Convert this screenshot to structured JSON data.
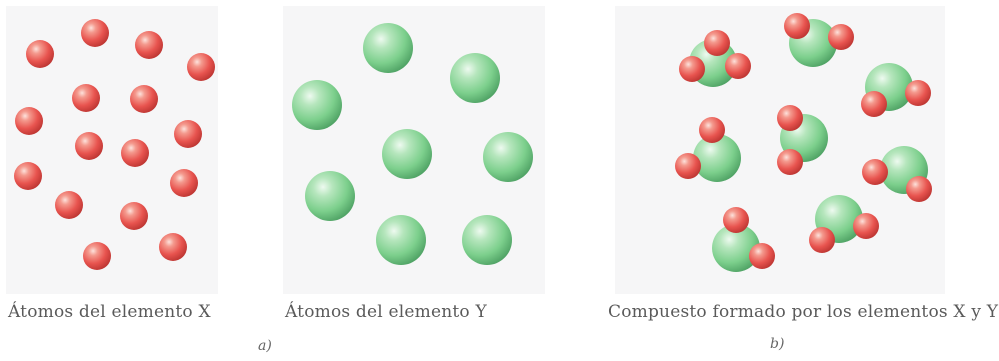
{
  "panels": {
    "element_x": {
      "caption": "Átomos del elemento X"
    },
    "element_y": {
      "caption": "Átomos del elemento Y"
    },
    "compound": {
      "caption": "Compuesto formado por los elementos X y Y"
    }
  },
  "subfigure_labels": {
    "a": "a)",
    "b": "b)"
  },
  "colors": {
    "atom_x": "#e8544f",
    "atom_y": "#7ccf8c"
  }
}
